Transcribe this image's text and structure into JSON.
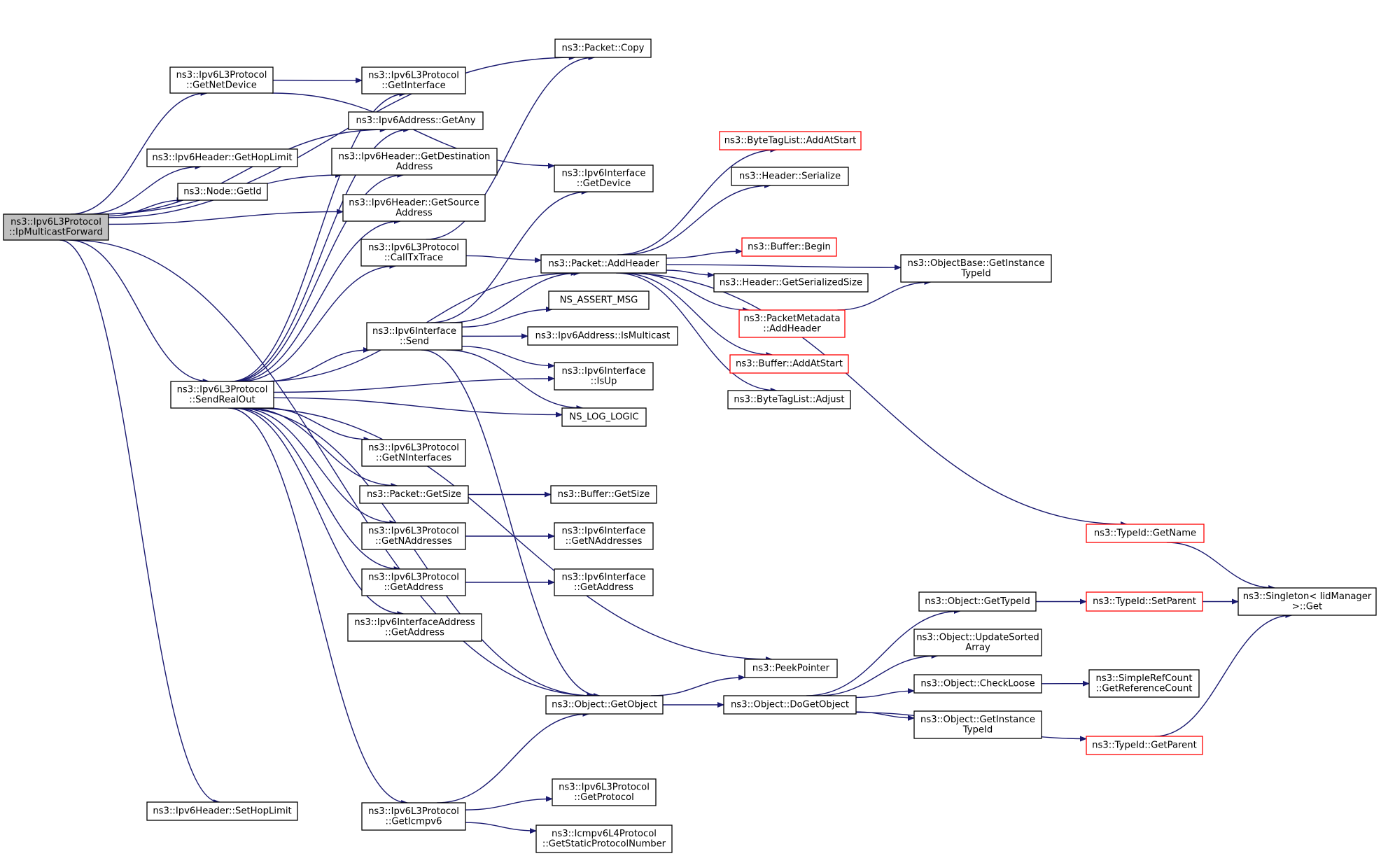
{
  "colors": {
    "edge": "#191970",
    "node_border": "#000000",
    "node_border_truncated": "#ff0000",
    "root_fill": "#bfbfbf",
    "node_fill": "#ffffff"
  },
  "graph": {
    "root": "n_root",
    "nodes": [
      {
        "id": "n_root",
        "lines": [
          "ns3::Ipv6L3Protocol",
          "::IpMulticastForward"
        ],
        "root": true
      },
      {
        "id": "n_copy",
        "lines": [
          "ns3::Packet::Copy"
        ]
      },
      {
        "id": "n_getnetdevice",
        "lines": [
          "ns3::Ipv6L3Protocol",
          "::GetNetDevice"
        ]
      },
      {
        "id": "n_getinterface",
        "lines": [
          "ns3::Ipv6L3Protocol",
          "::GetInterface"
        ]
      },
      {
        "id": "n_getany",
        "lines": [
          "ns3::Ipv6Address::GetAny"
        ]
      },
      {
        "id": "n_gethoplimit",
        "lines": [
          "ns3::Ipv6Header::GetHopLimit"
        ]
      },
      {
        "id": "n_getdest",
        "lines": [
          "ns3::Ipv6Header::GetDestination",
          "Address"
        ]
      },
      {
        "id": "n_nodegetid",
        "lines": [
          "ns3::Node::GetId"
        ]
      },
      {
        "id": "n_getsource",
        "lines": [
          "ns3::Ipv6Header::GetSource",
          "Address"
        ]
      },
      {
        "id": "n_ifgetdevice",
        "lines": [
          "ns3::Ipv6Interface",
          "::GetDevice"
        ]
      },
      {
        "id": "n_btl_addatstart",
        "lines": [
          "ns3::ByteTagList::AddAtStart"
        ],
        "truncated": true
      },
      {
        "id": "n_hdr_serialize",
        "lines": [
          "ns3::Header::Serialize"
        ]
      },
      {
        "id": "n_buf_begin",
        "lines": [
          "ns3::Buffer::Begin"
        ],
        "truncated": true
      },
      {
        "id": "n_ob_getinstance",
        "lines": [
          "ns3::ObjectBase::GetInstance",
          "TypeId"
        ]
      },
      {
        "id": "n_calltxtrace",
        "lines": [
          "ns3::Ipv6L3Protocol",
          "::CallTxTrace"
        ]
      },
      {
        "id": "n_addheader",
        "lines": [
          "ns3::Packet::AddHeader"
        ]
      },
      {
        "id": "n_hdr_getsersize",
        "lines": [
          "ns3::Header::GetSerializedSize"
        ]
      },
      {
        "id": "n_pm_addheader",
        "lines": [
          "ns3::PacketMetadata",
          "::AddHeader"
        ],
        "truncated": true
      },
      {
        "id": "n_ns_assert",
        "lines": [
          "NS_ASSERT_MSG"
        ]
      },
      {
        "id": "n_if_send",
        "lines": [
          "ns3::Ipv6Interface",
          "::Send"
        ]
      },
      {
        "id": "n_ismulticast",
        "lines": [
          "ns3::Ipv6Address::IsMulticast"
        ]
      },
      {
        "id": "n_buf_addatstart",
        "lines": [
          "ns3::Buffer::AddAtStart"
        ],
        "truncated": true
      },
      {
        "id": "n_if_isup",
        "lines": [
          "ns3::Ipv6Interface",
          "::IsUp"
        ]
      },
      {
        "id": "n_btl_adjust",
        "lines": [
          "ns3::ByteTagList::Adjust"
        ]
      },
      {
        "id": "n_sendrealout",
        "lines": [
          "ns3::Ipv6L3Protocol",
          "::SendRealOut"
        ]
      },
      {
        "id": "n_ns_log",
        "lines": [
          "NS_LOG_LOGIC"
        ]
      },
      {
        "id": "n_getninterfaces",
        "lines": [
          "ns3::Ipv6L3Protocol",
          "::GetNInterfaces"
        ]
      },
      {
        "id": "n_pkt_getsize",
        "lines": [
          "ns3::Packet::GetSize"
        ]
      },
      {
        "id": "n_buf_getsize",
        "lines": [
          "ns3::Buffer::GetSize"
        ]
      },
      {
        "id": "n_typeid_getname",
        "lines": [
          "ns3::TypeId::GetName"
        ],
        "truncated": true
      },
      {
        "id": "n_l3_getnaddr",
        "lines": [
          "ns3::Ipv6L3Protocol",
          "::GetNAddresses"
        ]
      },
      {
        "id": "n_if_getnaddr",
        "lines": [
          "ns3::Ipv6Interface",
          "::GetNAddresses"
        ]
      },
      {
        "id": "n_l3_getaddress",
        "lines": [
          "ns3::Ipv6L3Protocol",
          "::GetAddress"
        ]
      },
      {
        "id": "n_if_getaddress",
        "lines": [
          "ns3::Ipv6Interface",
          "::GetAddress"
        ]
      },
      {
        "id": "n_obj_gettypeid",
        "lines": [
          "ns3::Object::GetTypeId"
        ]
      },
      {
        "id": "n_typeid_setparent",
        "lines": [
          "ns3::TypeId::SetParent"
        ],
        "truncated": true
      },
      {
        "id": "n_singleton_get",
        "lines": [
          "ns3::Singleton< IidManager",
          ">::Get"
        ]
      },
      {
        "id": "n_ifaddr_getaddress",
        "lines": [
          "ns3::Ipv6InterfaceAddress",
          "::GetAddress"
        ]
      },
      {
        "id": "n_obj_updatesorted",
        "lines": [
          "ns3::Object::UpdateSorted",
          "Array"
        ]
      },
      {
        "id": "n_peekpointer",
        "lines": [
          "ns3::PeekPointer"
        ]
      },
      {
        "id": "n_obj_checkloose",
        "lines": [
          "ns3::Object::CheckLoose"
        ]
      },
      {
        "id": "n_src_getrefcount",
        "lines": [
          "ns3::SimpleRefCount",
          "::GetReferenceCount"
        ]
      },
      {
        "id": "n_obj_getobject",
        "lines": [
          "ns3::Object::GetObject"
        ]
      },
      {
        "id": "n_obj_dogetobject",
        "lines": [
          "ns3::Object::DoGetObject"
        ]
      },
      {
        "id": "n_obj_getinstance",
        "lines": [
          "ns3::Object::GetInstance",
          "TypeId"
        ]
      },
      {
        "id": "n_typeid_getparent",
        "lines": [
          "ns3::TypeId::GetParent"
        ],
        "truncated": true
      },
      {
        "id": "n_l3_getprotocol",
        "lines": [
          "ns3::Ipv6L3Protocol",
          "::GetProtocol"
        ]
      },
      {
        "id": "n_sethoplimit",
        "lines": [
          "ns3::Ipv6Header::SetHopLimit"
        ]
      },
      {
        "id": "n_l3_geticmpv6",
        "lines": [
          "ns3::Ipv6L3Protocol",
          "::GetIcmpv6"
        ]
      },
      {
        "id": "n_icmp_getstatic",
        "lines": [
          "ns3::Icmpv6L4Protocol",
          "::GetStaticProtocolNumber"
        ]
      }
    ],
    "edges": [
      [
        "n_root",
        "n_copy"
      ],
      [
        "n_root",
        "n_getnetdevice"
      ],
      [
        "n_root",
        "n_getany"
      ],
      [
        "n_root",
        "n_gethoplimit"
      ],
      [
        "n_root",
        "n_nodegetid"
      ],
      [
        "n_root",
        "n_getdest"
      ],
      [
        "n_root",
        "n_getsource"
      ],
      [
        "n_root",
        "n_sendrealout"
      ],
      [
        "n_root",
        "n_obj_getobject"
      ],
      [
        "n_root",
        "n_sethoplimit"
      ],
      [
        "n_getnetdevice",
        "n_getinterface"
      ],
      [
        "n_getnetdevice",
        "n_ifgetdevice"
      ],
      [
        "n_sendrealout",
        "n_getinterface"
      ],
      [
        "n_sendrealout",
        "n_getany"
      ],
      [
        "n_sendrealout",
        "n_getdest"
      ],
      [
        "n_sendrealout",
        "n_getsource"
      ],
      [
        "n_sendrealout",
        "n_calltxtrace"
      ],
      [
        "n_sendrealout",
        "n_addheader"
      ],
      [
        "n_sendrealout",
        "n_if_send"
      ],
      [
        "n_sendrealout",
        "n_if_isup"
      ],
      [
        "n_sendrealout",
        "n_ns_log"
      ],
      [
        "n_sendrealout",
        "n_getninterfaces"
      ],
      [
        "n_sendrealout",
        "n_pkt_getsize"
      ],
      [
        "n_sendrealout",
        "n_l3_getnaddr"
      ],
      [
        "n_sendrealout",
        "n_l3_getaddress"
      ],
      [
        "n_sendrealout",
        "n_ifaddr_getaddress"
      ],
      [
        "n_sendrealout",
        "n_peekpointer"
      ],
      [
        "n_sendrealout",
        "n_obj_getobject"
      ],
      [
        "n_sendrealout",
        "n_l3_geticmpv6"
      ],
      [
        "n_calltxtrace",
        "n_copy"
      ],
      [
        "n_calltxtrace",
        "n_addheader"
      ],
      [
        "n_if_send",
        "n_ifgetdevice"
      ],
      [
        "n_if_send",
        "n_addheader"
      ],
      [
        "n_if_send",
        "n_ns_assert"
      ],
      [
        "n_if_send",
        "n_ismulticast"
      ],
      [
        "n_if_send",
        "n_if_isup"
      ],
      [
        "n_if_send",
        "n_ns_log"
      ],
      [
        "n_if_send",
        "n_obj_getobject"
      ],
      [
        "n_addheader",
        "n_btl_addatstart"
      ],
      [
        "n_addheader",
        "n_hdr_serialize"
      ],
      [
        "n_addheader",
        "n_buf_begin"
      ],
      [
        "n_addheader",
        "n_ob_getinstance"
      ],
      [
        "n_addheader",
        "n_hdr_getsersize"
      ],
      [
        "n_addheader",
        "n_pm_addheader"
      ],
      [
        "n_addheader",
        "n_buf_addatstart"
      ],
      [
        "n_addheader",
        "n_btl_adjust"
      ],
      [
        "n_addheader",
        "n_typeid_getname"
      ],
      [
        "n_pm_addheader",
        "n_ob_getinstance"
      ],
      [
        "n_pkt_getsize",
        "n_buf_getsize"
      ],
      [
        "n_l3_getnaddr",
        "n_if_getnaddr"
      ],
      [
        "n_l3_getaddress",
        "n_if_getaddress"
      ],
      [
        "n_typeid_getname",
        "n_singleton_get"
      ],
      [
        "n_obj_getobject",
        "n_peekpointer"
      ],
      [
        "n_obj_getobject",
        "n_obj_dogetobject"
      ],
      [
        "n_obj_dogetobject",
        "n_obj_gettypeid"
      ],
      [
        "n_obj_dogetobject",
        "n_obj_updatesorted"
      ],
      [
        "n_obj_dogetobject",
        "n_obj_checkloose"
      ],
      [
        "n_obj_dogetobject",
        "n_obj_getinstance"
      ],
      [
        "n_obj_dogetobject",
        "n_typeid_getparent"
      ],
      [
        "n_obj_gettypeid",
        "n_typeid_setparent"
      ],
      [
        "n_typeid_setparent",
        "n_singleton_get"
      ],
      [
        "n_obj_checkloose",
        "n_src_getrefcount"
      ],
      [
        "n_typeid_getparent",
        "n_singleton_get"
      ],
      [
        "n_l3_geticmpv6",
        "n_obj_getobject"
      ],
      [
        "n_l3_geticmpv6",
        "n_l3_getprotocol"
      ],
      [
        "n_l3_geticmpv6",
        "n_icmp_getstatic"
      ]
    ]
  }
}
